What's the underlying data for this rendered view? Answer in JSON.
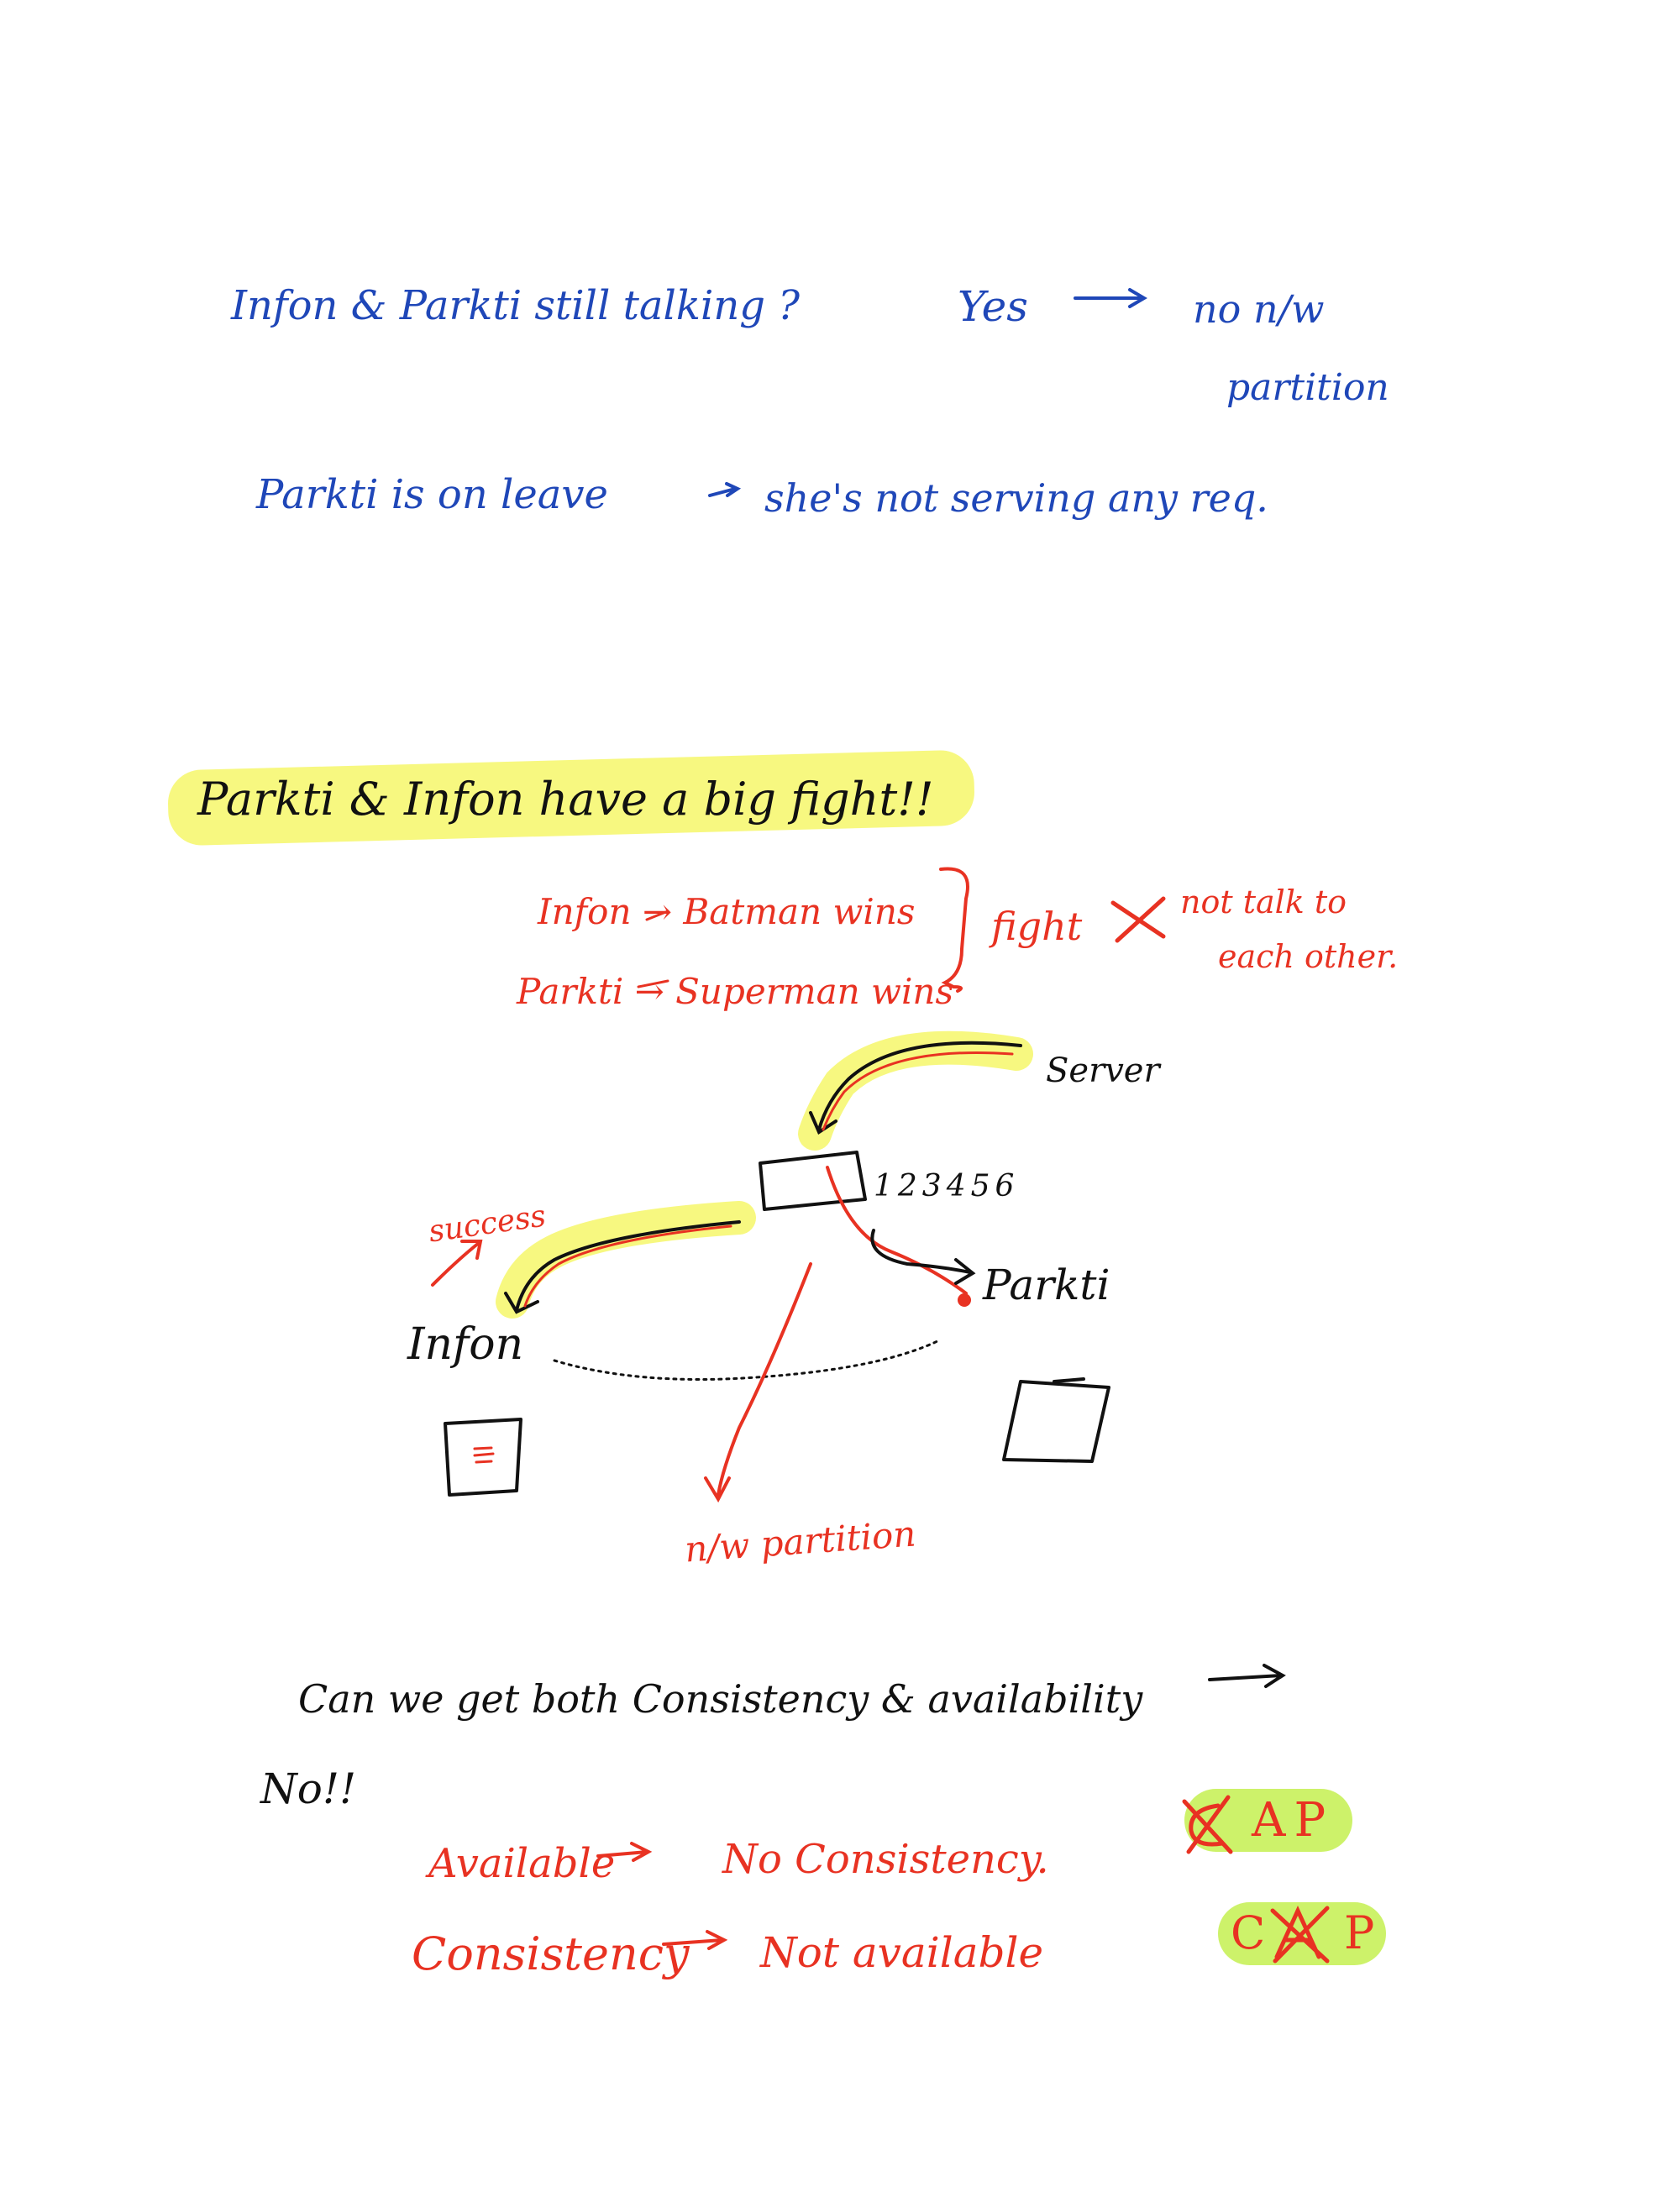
{
  "colors": {
    "blue_ink": "#1f47b8",
    "red_ink": "#e83222",
    "black_ink": "#111111",
    "highlight_yellow": "#f6f76a",
    "highlight_green": "#cdf26a"
  },
  "notes": {
    "question_line": "Infon & Parkti still talking ?",
    "yes": "Yes",
    "no_nw": "no n/w",
    "partition": "partition",
    "leave_line": "Parkti is on leave",
    "not_serving": "she's not serving any req.",
    "fight_heading": "Parkti & Infon have a big fight!!",
    "infon_batman": "Infon → Batman wins",
    "parkti_superman": "Parkti → Superman wins",
    "fight_label": "fight",
    "not_talk": "not talk to",
    "each_other": "each other."
  },
  "diagram": {
    "source_label": "Server",
    "number_label": "123456",
    "success_label": "success",
    "infon_label": "Infon",
    "parkti_label": "Parkti",
    "nw_partition_label": "n/w partition"
  },
  "conclusion": {
    "question": "Can we get both Consistency & availability",
    "answer": "No!!",
    "available_line": "Available",
    "no_consistency": "No Consistency.",
    "consistency_line": "Consistency",
    "not_available": "Not available",
    "ap_label": "AP",
    "cp_c": "C",
    "cp_p": "P"
  }
}
